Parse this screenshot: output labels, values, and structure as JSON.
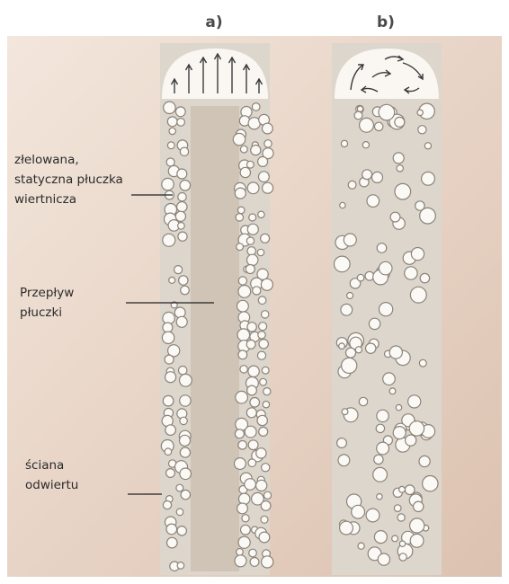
{
  "panels": {
    "a": {
      "title": "a)"
    },
    "b": {
      "title": "b)"
    }
  },
  "labels": {
    "gel": [
      "złelowana,",
      "statyczna płuczka",
      "wiertnicza"
    ],
    "flow": [
      "Przepływ",
      "płuczki"
    ],
    "wall": [
      "ściana",
      "odwiertu"
    ]
  },
  "colors": {
    "background_light": "#f3e6dc",
    "background_warm": "#dcc2b0",
    "wall": "#6e6e6e",
    "fluid": "#ddd6cc",
    "flow_channel": "#cfc4b6",
    "cap": "#faf7f3",
    "bubble_fill": "#fbf9f6",
    "bubble_stroke": "#8c8378",
    "arrow": "#3a3a3a"
  },
  "icons": {
    "panel_a_cap": "upward-flow-arrows-icon",
    "panel_b_cap": "circulating-flow-arrows-icon"
  }
}
